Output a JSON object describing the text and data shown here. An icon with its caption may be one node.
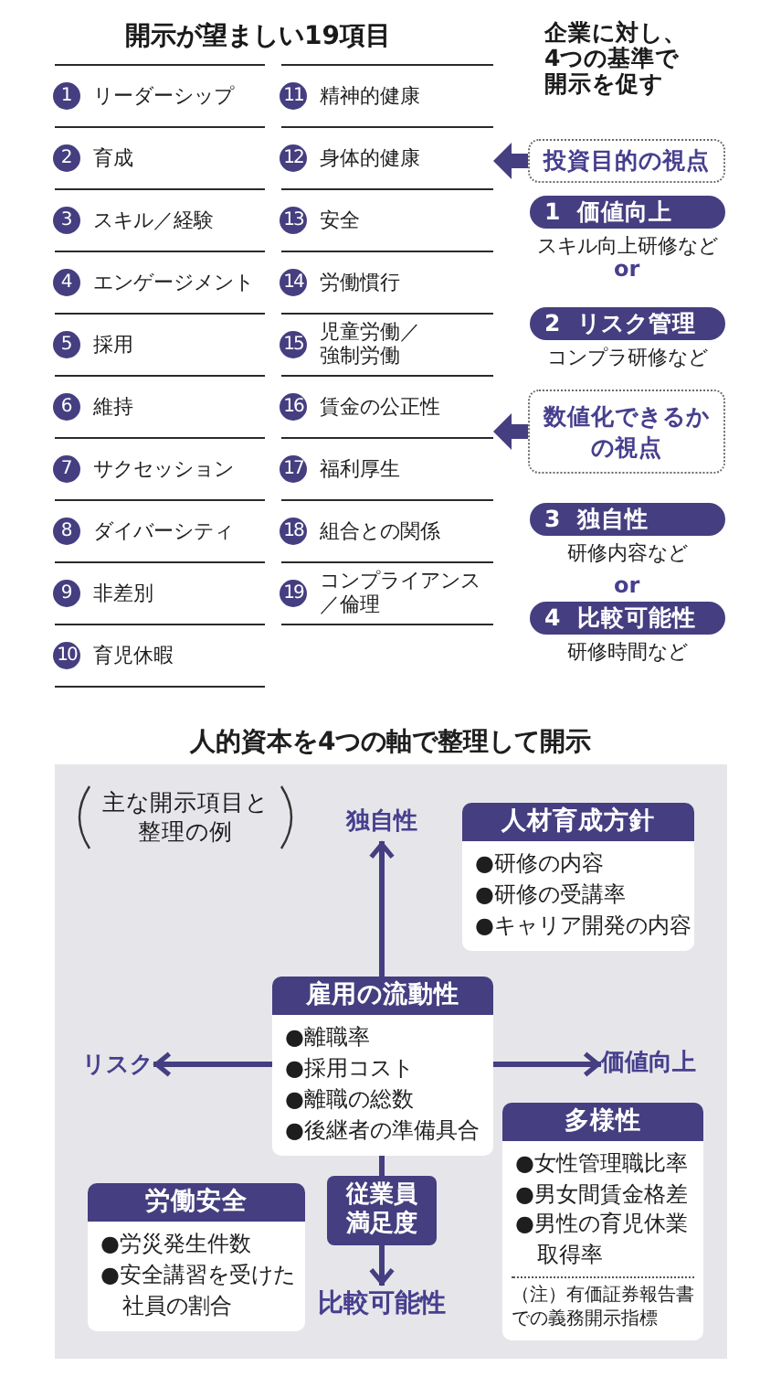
{
  "diagram": {
    "nodes": [
      {
        "text": [
          "開示が望ましい19項目"
        ]
      },
      {
        "text": [
          "1"
        ],
        "beside": [
          "リーダーシップ"
        ],
        "in": 0
      },
      {
        "text": [
          "2"
        ],
        "beside": [
          "育成"
        ],
        "in": 0
      },
      {
        "text": [
          "3"
        ],
        "beside": [
          "スキル／経験"
        ],
        "in": 0
      },
      {
        "text": [
          "4"
        ],
        "beside": [
          "エンゲージメント"
        ],
        "in": 0
      },
      {
        "text": [
          "5"
        ],
        "beside": [
          "採用"
        ],
        "in": 0
      },
      {
        "text": [
          "6"
        ],
        "beside": [
          "維持"
        ],
        "in": 0
      },
      {
        "text": [
          "7"
        ],
        "beside": [
          "サクセッション"
        ],
        "in": 0
      },
      {
        "text": [
          "8"
        ],
        "beside": [
          "ダイバーシティ"
        ],
        "in": 0
      },
      {
        "text": [
          "9"
        ],
        "beside": [
          "非差別"
        ],
        "in": 0
      },
      {
        "text": [
          "10"
        ],
        "beside": [
          "育児休暇"
        ],
        "in": 0
      },
      {
        "text": [
          "11"
        ],
        "beside": [
          "精神的健康"
        ],
        "in": 0
      },
      {
        "text": [
          "12"
        ],
        "beside": [
          "身体的健康"
        ],
        "in": 0
      },
      {
        "text": [
          "13"
        ],
        "beside": [
          "安全"
        ],
        "in": 0
      },
      {
        "text": [
          "14"
        ],
        "beside": [
          "労働慣行"
        ],
        "in": 0
      },
      {
        "text": [
          "15"
        ],
        "beside": [
          "児童労働／強制労働"
        ],
        "in": 0
      },
      {
        "text": [
          "16"
        ],
        "beside": [
          "賃金の公正性"
        ],
        "in": 0
      },
      {
        "text": [
          "17"
        ],
        "beside": [
          "福利厚生"
        ],
        "in": 0
      },
      {
        "text": [
          "18"
        ],
        "beside": [
          "組合との関係"
        ],
        "in": 0
      },
      {
        "text": [
          "19"
        ],
        "beside": [
          "コンプライアンス／倫理"
        ],
        "in": 0
      },
      {
        "text": [
          "投資目的の視点"
        ]
      },
      {
        "text": [
          "1 価値向上"
        ],
        "beside": [
          "スキル向上研修など"
        ]
      },
      {
        "text": [
          "2 リスク管理"
        ],
        "beside": [
          "コンプラ研修など"
        ]
      },
      {
        "text": [
          "数値化できるかの視点"
        ]
      },
      {
        "text": [
          "3 独自性"
        ],
        "beside": [
          "研修内容など"
        ]
      },
      {
        "text": [
          "4 比較可能性"
        ],
        "beside": [
          "研修時間など"
        ]
      },
      {
        "text": [
          "人的資本を4つの軸で整理して開示"
        ]
      },
      {
        "text": [
          "独自性"
        ],
        "in": 26
      },
      {
        "text": [
          "人材育成方針",
          "●研修の内容",
          "●研修の受講率",
          "●キャリア開発の内容"
        ],
        "in": 26
      },
      {
        "text": [
          "雇用の流動性",
          "●離職率",
          "●採用コスト",
          "●離職の総数",
          "●後継者の準備具合"
        ],
        "in": 26
      },
      {
        "text": [
          "リスク"
        ],
        "in": 26
      },
      {
        "text": [
          "価値向上"
        ],
        "in": 26
      },
      {
        "text": [
          "多様性",
          "●女性管理職比率",
          "●男女間賃金格差",
          "●男性の育児休業取得率",
          "（注）有価証券報告書での義務開示指標"
        ],
        "in": 26
      },
      {
        "text": [
          "労働安全",
          "●労災発生件数",
          "●安全講習を受けた社員の割合"
        ],
        "in": 26
      },
      {
        "text": [
          "従業員満足度"
        ],
        "in": 26
      },
      {
        "text": [
          "比較可能性"
        ],
        "in": 26
      }
    ],
    "edges": [
      {
        "from": 20,
        "to": 0,
        "arrow": "to",
        "style": "thick"
      },
      {
        "from": 23,
        "to": 0,
        "arrow": "to",
        "style": "thick"
      },
      {
        "from": 29,
        "to": 27,
        "arrow": "to"
      },
      {
        "from": 29,
        "to": 30,
        "arrow": "to"
      },
      {
        "from": 29,
        "to": 31,
        "arrow": "to"
      },
      {
        "from": 29,
        "to": 34,
        "arrow": "none"
      },
      {
        "from": 34,
        "to": 35,
        "arrow": "to"
      }
    ],
    "labels": [
      "企業に対し、4つの基準で開示を促す",
      "or",
      "or",
      "主な開示項目と整理の例"
    ]
  }
}
